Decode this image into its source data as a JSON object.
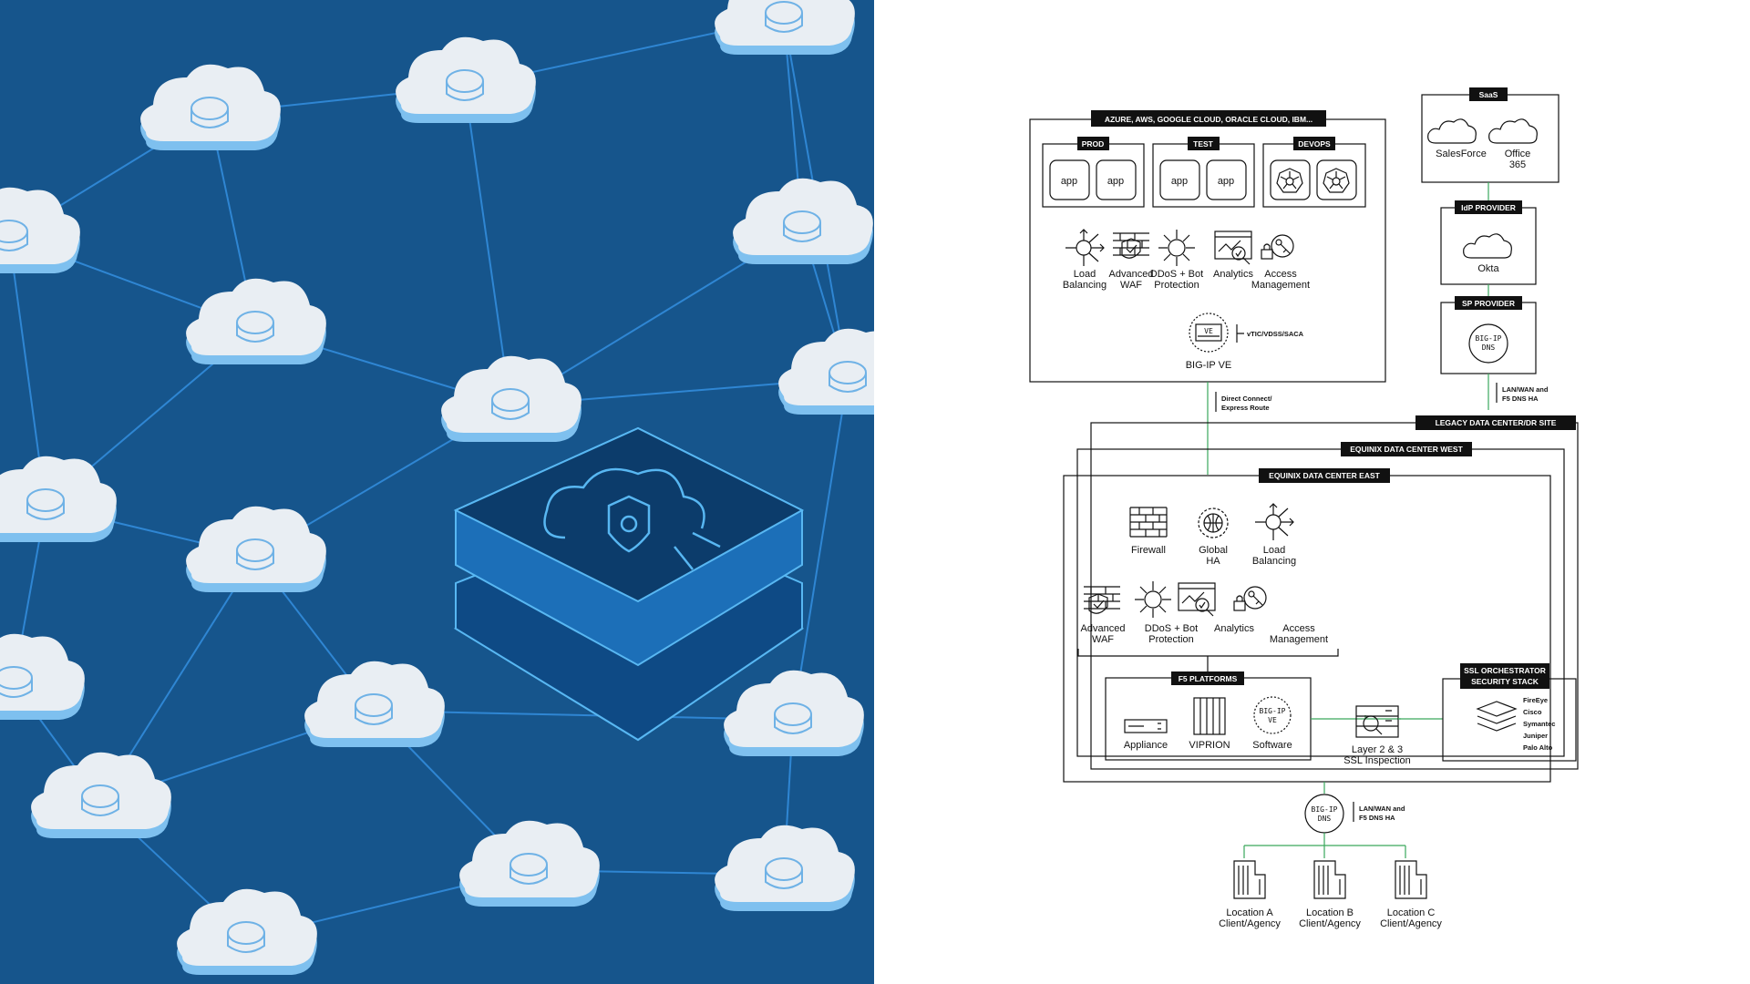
{
  "colors": {
    "left_bg": "#16558c",
    "network_line": "#2f86d3",
    "cloud": "#e9eef3",
    "cloud_edge": "#7ec0ef",
    "chip_top": "#0c3c6b",
    "chip_glow": "#58b7f2",
    "green_link": "#3aa85c"
  },
  "illustration": {
    "clouds": [
      {
        "icon": "database-icon"
      },
      {
        "icon": "wifi-icon"
      },
      {
        "icon": "shield-check-icon"
      },
      {
        "icon": "database-icon"
      },
      {
        "icon": "gears-icon"
      },
      {
        "icon": "firewall-icon"
      },
      {
        "icon": "network-hub-icon"
      },
      {
        "icon": "shield-icon"
      },
      {
        "icon": "shield-check-icon"
      },
      {
        "icon": "database-icon"
      },
      {
        "icon": "wifi-icon"
      },
      {
        "icon": "firewall-icon"
      },
      {
        "icon": "user-code-icon"
      },
      {
        "icon": "lock-icon"
      },
      {
        "icon": "wifi-icon"
      },
      {
        "icon": "database-icon"
      },
      {
        "icon": "database-icon"
      }
    ],
    "chip_icon": "cloud-security-chip-icon"
  },
  "diagram": {
    "cloud_box": {
      "tag": "AZURE, AWS, GOOGLE CLOUD, ORACLE CLOUD, IBM...",
      "envs": [
        {
          "tag": "PROD",
          "items": [
            "app",
            "app"
          ]
        },
        {
          "tag": "TEST",
          "items": [
            "app",
            "app"
          ]
        },
        {
          "tag": "DEVOPS",
          "items": [
            "",
            ""
          ]
        }
      ],
      "services": [
        {
          "l1": "Load",
          "l2": "Balancing"
        },
        {
          "l1": "Advanced",
          "l2": "WAF"
        },
        {
          "l1": "DDoS + Bot",
          "l2": "Protection"
        },
        {
          "l1": "Analytics",
          "l2": ""
        },
        {
          "l1": "Access",
          "l2": "Management"
        }
      ],
      "ve_badge": "VE",
      "ve_label": "BIG-IP VE",
      "ve_note": "vTIC/VDSS/SACA"
    },
    "direct_note": {
      "l1": "Direct Connect/",
      "l2": "Express Route"
    },
    "saas": {
      "tag": "SaaS",
      "items": [
        {
          "l1": "SalesForce",
          "l2": ""
        },
        {
          "l1": "Office",
          "l2": "365"
        }
      ]
    },
    "idp": {
      "tag": "IdP PROVIDER",
      "label": "Okta"
    },
    "sp": {
      "tag": "SP PROVIDER",
      "badge_l1": "BIG-IP",
      "badge_l2": "DNS"
    },
    "sp_note": {
      "l1": "LAN/WAN and",
      "l2": "F5 DNS HA"
    },
    "dc_tags": [
      "LEGACY DATA CENTER/DR SITE",
      "EQUINIX DATA CENTER WEST",
      "EQUINIX DATA CENTER EAST"
    ],
    "dc_services_row1": [
      {
        "l1": "Firewall",
        "l2": ""
      },
      {
        "l1": "Global",
        "l2": "HA"
      },
      {
        "l1": "Load",
        "l2": "Balancing"
      }
    ],
    "dc_services_row2": [
      {
        "l1": "Advanced",
        "l2": "WAF"
      },
      {
        "l1": "DDoS + Bot",
        "l2": "Protection"
      },
      {
        "l1": "Analytics",
        "l2": ""
      },
      {
        "l1": "Access",
        "l2": "Management"
      }
    ],
    "platforms": {
      "tag": "F5 PLATFORMS",
      "items": [
        {
          "l1": "Appliance"
        },
        {
          "l1": "VIPRION"
        },
        {
          "l1": "Software"
        }
      ],
      "ve_l1": "BIG-IP",
      "ve_l2": "VE"
    },
    "ssl_insp": {
      "l1": "Layer 2 & 3",
      "l2": "SSL Inspection"
    },
    "ssl_orch": {
      "tag_l1": "SSL ORCHESTRATOR",
      "tag_l2": "SECURITY STACK",
      "vendors": [
        "FireEye",
        "Cisco",
        "Symantec",
        "Juniper",
        "Palo Alto"
      ]
    },
    "bottom_dns": {
      "l1": "BIG-IP",
      "l2": "DNS"
    },
    "bottom_note": {
      "l1": "LAN/WAN and",
      "l2": "F5 DNS HA"
    },
    "locations": [
      {
        "l1": "Location A",
        "l2": "Client/Agency"
      },
      {
        "l1": "Location B",
        "l2": "Client/Agency"
      },
      {
        "l1": "Location C",
        "l2": "Client/Agency"
      }
    ]
  }
}
